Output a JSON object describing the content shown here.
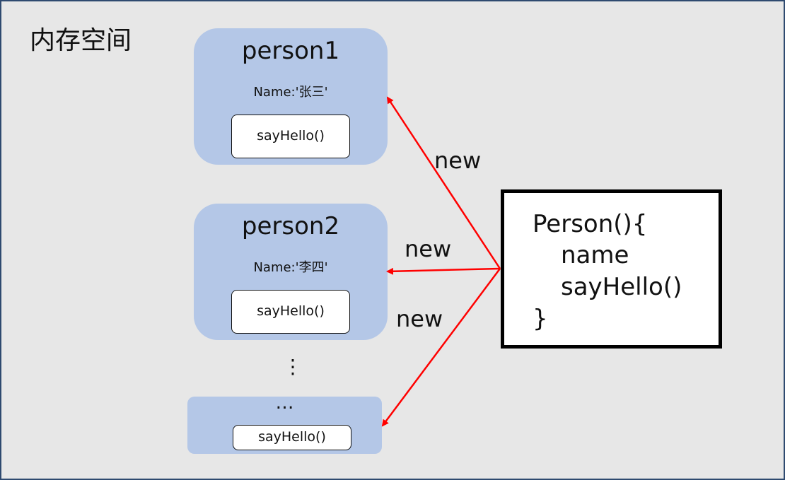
{
  "title": "内存空间",
  "objects": [
    {
      "name": "person1",
      "prop": "Name:'张三'",
      "method": "sayHello()"
    },
    {
      "name": "person2",
      "prop": "Name:'李四'",
      "method": "sayHello()"
    },
    {
      "name": "…",
      "method": "sayHello()"
    }
  ],
  "vertical_ellipsis": "⋮",
  "constructor": {
    "line1": "Person(){",
    "line2": "name",
    "line3": "sayHello()",
    "line4": "}"
  },
  "edges": [
    {
      "label": "new"
    },
    {
      "label": "new"
    },
    {
      "label": "new"
    }
  ],
  "colors": {
    "background": "#e7e7e7",
    "object_fill": "#b4c7e7",
    "arrow": "#ff0000"
  }
}
